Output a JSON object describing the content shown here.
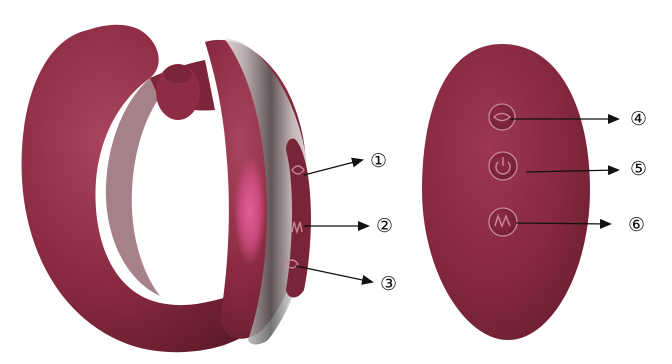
{
  "colors": {
    "body": "#8a2a41",
    "body_dark": "#611a2b",
    "body_light": "#a8455d",
    "pink_glow": "#d94f86",
    "arrow": "#111111"
  },
  "icons": {
    "button_1": "lips-icon",
    "button_2": "wave-icon",
    "button_3": "lips-icon",
    "button_4": "lips-icon",
    "button_5": "power-icon",
    "button_6": "wave-icon"
  },
  "callouts": {
    "c1": "①",
    "c2": "②",
    "c3": "③",
    "c4": "④",
    "c5": "⑤",
    "c6": "⑥"
  }
}
